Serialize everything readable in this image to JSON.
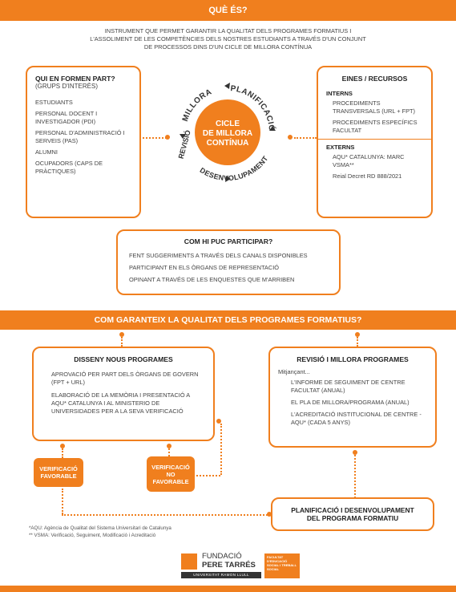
{
  "top_banner": {
    "title": "QUÈ ÉS?"
  },
  "intro": {
    "line1": "INSTRUMENT QUE PERMET GARANTIR LA QUALITAT DELS PROGRAMES FORMATIUS I",
    "line2": "L'ASSOLIMENT DE LES COMPETÈNCIES DELS NOSTRES ESTUDIANTS A TRAVÉS D'UN CONJUNT",
    "line3": "DE PROCESSOS DINS D'UN CICLE DE MILLORA CONTÍNUA"
  },
  "who": {
    "title": "QUI EN FORMEN PART?",
    "subtitle": "(GRUPS D'INTERÈS)",
    "items": [
      "ESTUDIANTS",
      "PERSONAL DOCENT I INVESTIGADOR (PDI)",
      "PERSONAL D'ADMINISTRACIÓ I SERVEIS (PAS)",
      "ALUMNI",
      "OCUPADORS (CAPS DE PRÀCTIQUES)"
    ]
  },
  "cycle": {
    "center_line1": "CICLE",
    "center_line2": "DE MILLORA",
    "center_line3": "CONTÍNUA",
    "ring_labels": [
      "MILLORA",
      "PLANIFICACIÓ",
      "DESENVOLUPAMENT",
      "REVISIÓ"
    ]
  },
  "tools": {
    "title": "EINES / RECURSOS",
    "intern_title": "INTERNS",
    "intern_items": [
      "PROCEDIMENTS TRANSVERSALS (URL + FPT)",
      "PROCEDIMENTS ESPECÍFICS FACULTAT"
    ],
    "extern_title": "EXTERNS",
    "extern_items": [
      "AQU* CATALUNYA: MARC VSMA**",
      "Reial Decret RD 888/2021"
    ]
  },
  "participate": {
    "title": "COM HI PUC PARTICIPAR?",
    "items": [
      "FENT SUGGERIMENTS A TRAVÉS DELS CANALS DISPONIBLES",
      "PARTICIPANT EN ELS ÒRGANS DE REPRESENTACIÓ",
      "OPINANT A TRAVÉS DE LES ENQUESTES QUE M'ARRIBEN"
    ]
  },
  "mid_banner": {
    "title": "COM GARANTEIX LA QUALITAT DELS PROGRAMES FORMATIUS?"
  },
  "design": {
    "title": "DISSENY NOUS PROGRAMES",
    "items": [
      "APROVACIÓ PER PART DELS ÒRGANS DE GOVERN (FPT + URL)",
      "ELABORACIÓ DE LA MEMÒRIA I PRESENTACIÓ A AQU* CATALUNYA I AL MINISTERIO DE UNIVERSIDADES PER A LA SEVA VERIFICACIÓ"
    ]
  },
  "review": {
    "title": "REVISIÓ I MILLORA PROGRAMES",
    "intro": "Mitjançant...",
    "items": [
      "L'INFORME DE SEGUIMENT DE CENTRE FACULTAT (ANUAL)",
      "EL PLA DE MILLORA/PROGRAMA (ANUAL)",
      "L'ACREDITACIÓ INSTITUCIONAL DE CENTRE - AQU* (CADA 5 ANYS)"
    ]
  },
  "verif_ok": {
    "line1": "VERIFICACIÓ",
    "line2": "FAVORABLE"
  },
  "verif_ko": {
    "line1": "VERIFICACIÓ",
    "line2": "NO",
    "line3": "FAVORABLE"
  },
  "planning": {
    "line1": "PLANIFICACIÓ I DESENVOLUPAMENT",
    "line2": "DEL PROGRAMA FORMATIU"
  },
  "footnotes": {
    "aqu": "*AQU: Agència de Qualitat del Sistema Universitari de Catalunya",
    "vsma": "** VSMA: Verificació, Seguiment, Modificació i Acreditació"
  },
  "logo": {
    "line1": "FUNDACIÓ",
    "line2": "PERE TARRÉS",
    "university": "UNIVERSITAT RAMON LLULL",
    "side_text": "FACULTAT D'EDUCACIÓ SOCIAL I TREBALL SOCIAL"
  },
  "colors": {
    "accent": "#f07f1e",
    "text": "#3a3a3a"
  }
}
